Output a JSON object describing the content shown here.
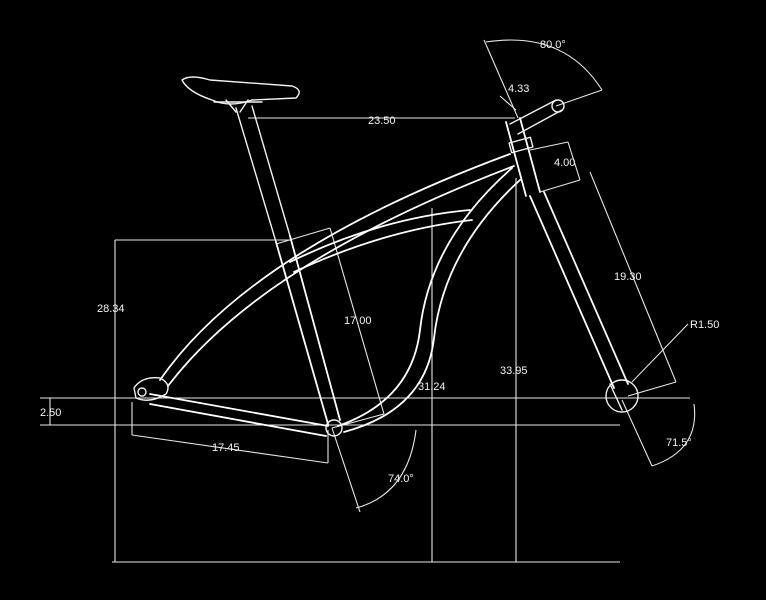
{
  "dimensions": {
    "head_angle": "80.0°",
    "stem_length": "4.33",
    "top_length": "23.50",
    "headtube_length": "4.00",
    "fork_length": "19.30",
    "wheel_radius": "R1.50",
    "fork_angle": "71.5°",
    "frame_height": "28.34",
    "seat_tube_length": "17.00",
    "bb_height_a": "31.24",
    "bb_height_b": "33.95",
    "bb_drop": "2.50",
    "chainstay_length": "17.45",
    "seat_angle": "74.0°"
  },
  "colors": {
    "background": "#000000",
    "line": "#f2f2f2"
  }
}
